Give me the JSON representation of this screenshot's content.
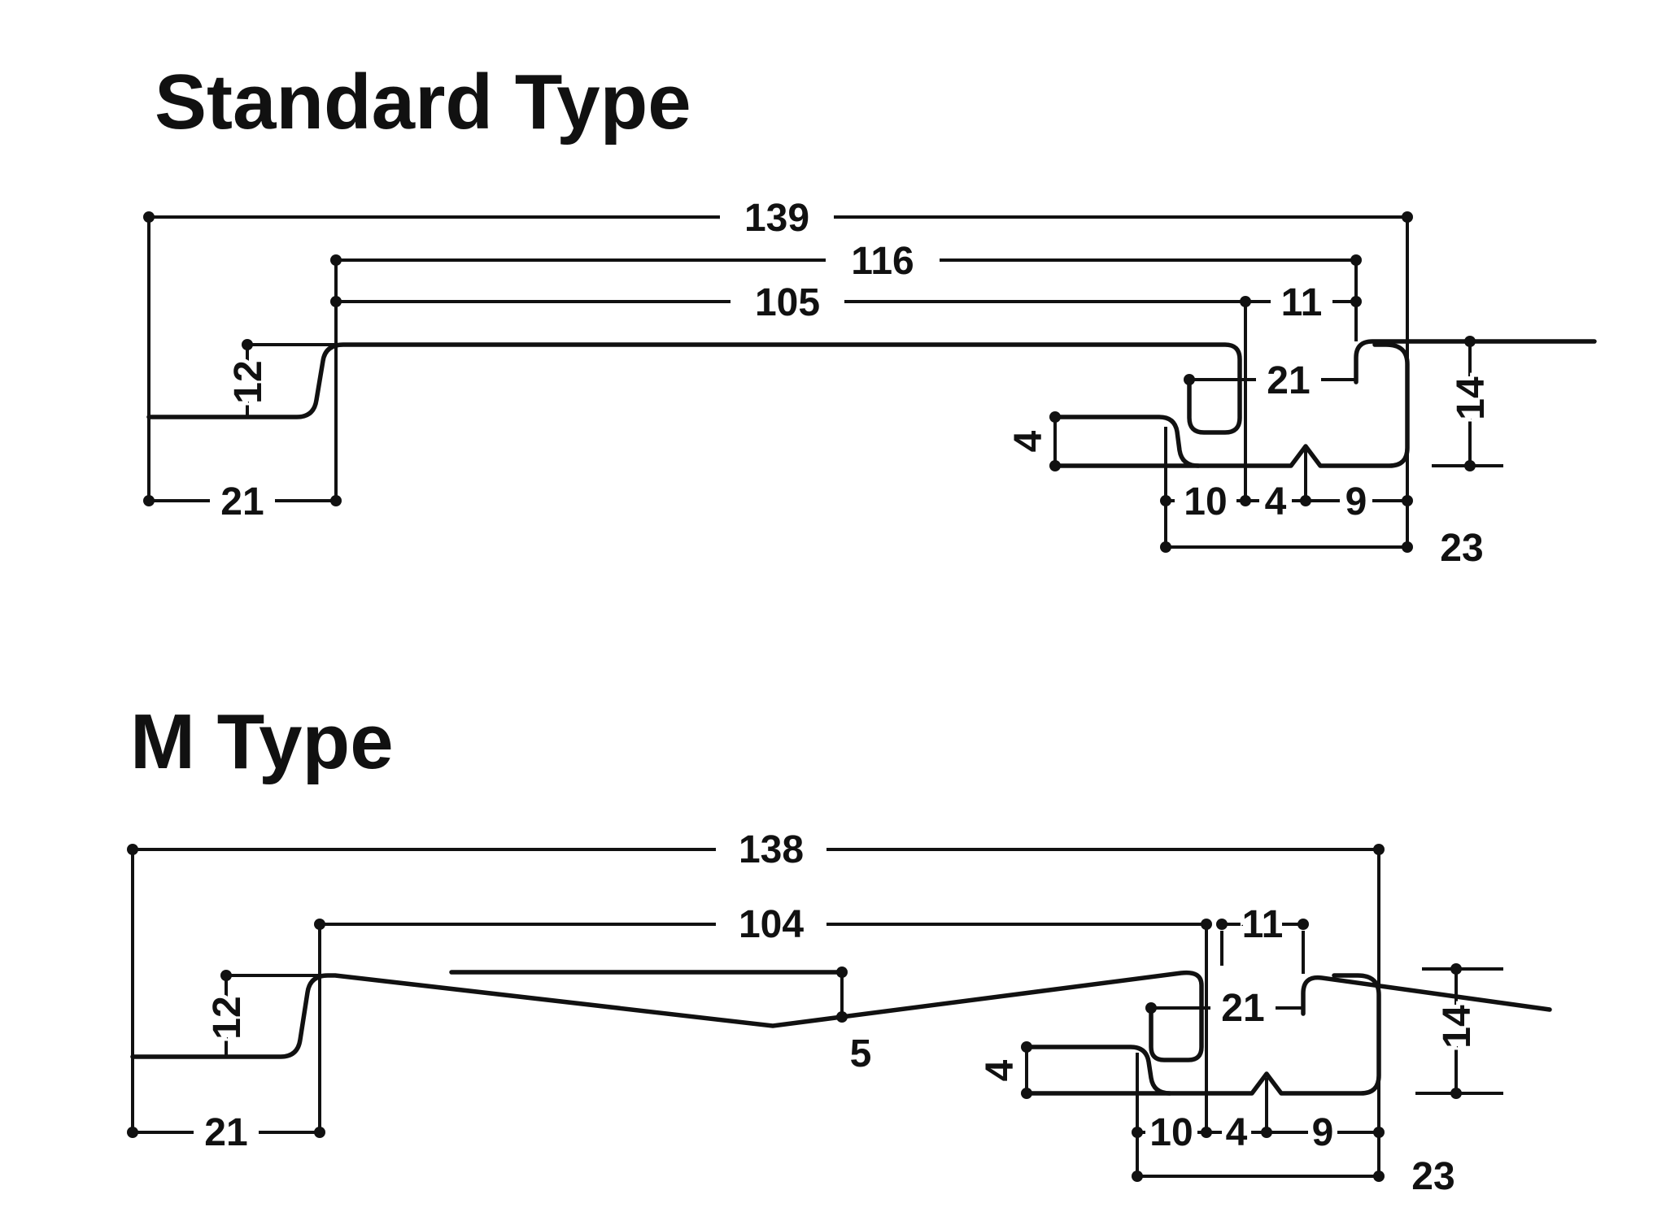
{
  "page": {
    "background": "#ffffff",
    "line_color": "#111111"
  },
  "standard": {
    "title": "Standard Type",
    "dims": {
      "total_width": "139",
      "cover_width": "116",
      "pan_width": "105",
      "side_offset": "11",
      "step_height": "12",
      "left_flange": "21",
      "seam_width": "21",
      "flange_gap": "4",
      "seam_height": "14",
      "hook_width": "10",
      "hook_gap": "4",
      "hook_tail": "9",
      "hook_total": "23"
    }
  },
  "m_type": {
    "title": "M Type",
    "dims": {
      "total_width": "138",
      "pan_width": "104",
      "side_offset": "11",
      "step_height": "12",
      "left_flange": "21",
      "rib_depth": "5",
      "seam_width": "21",
      "flange_gap": "4",
      "seam_height": "14",
      "hook_width": "10",
      "hook_gap": "4",
      "hook_tail": "9",
      "hook_total": "23"
    }
  }
}
